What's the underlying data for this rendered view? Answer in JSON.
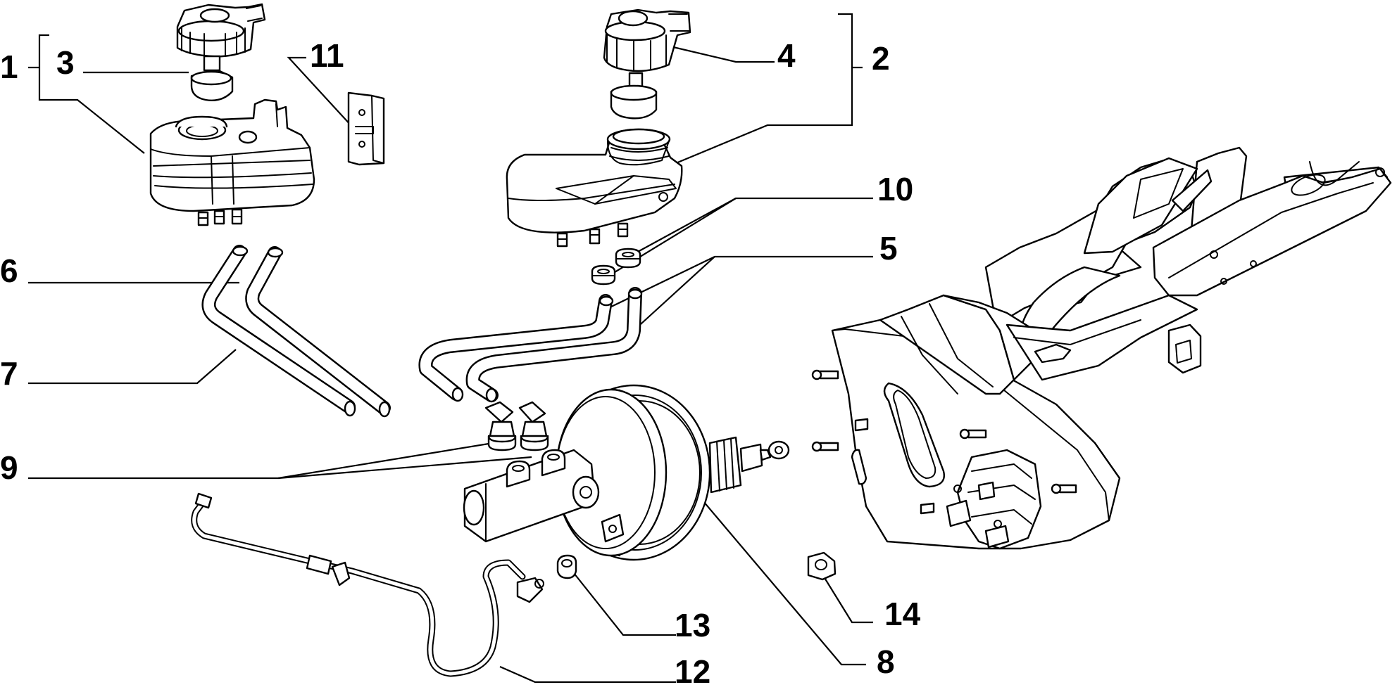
{
  "diagram": {
    "callouts": [
      {
        "id": "c1",
        "label": "1"
      },
      {
        "id": "c2",
        "label": "2"
      },
      {
        "id": "c3",
        "label": "3"
      },
      {
        "id": "c4",
        "label": "4"
      },
      {
        "id": "c5",
        "label": "5"
      },
      {
        "id": "c6",
        "label": "6"
      },
      {
        "id": "c7",
        "label": "7"
      },
      {
        "id": "c8",
        "label": "8"
      },
      {
        "id": "c9",
        "label": "9"
      },
      {
        "id": "c10",
        "label": "10"
      },
      {
        "id": "c11",
        "label": "11"
      },
      {
        "id": "c12",
        "label": "12"
      },
      {
        "id": "c13",
        "label": "13"
      },
      {
        "id": "c14",
        "label": "14"
      }
    ],
    "line_color": "#000000",
    "background": "#ffffff"
  }
}
